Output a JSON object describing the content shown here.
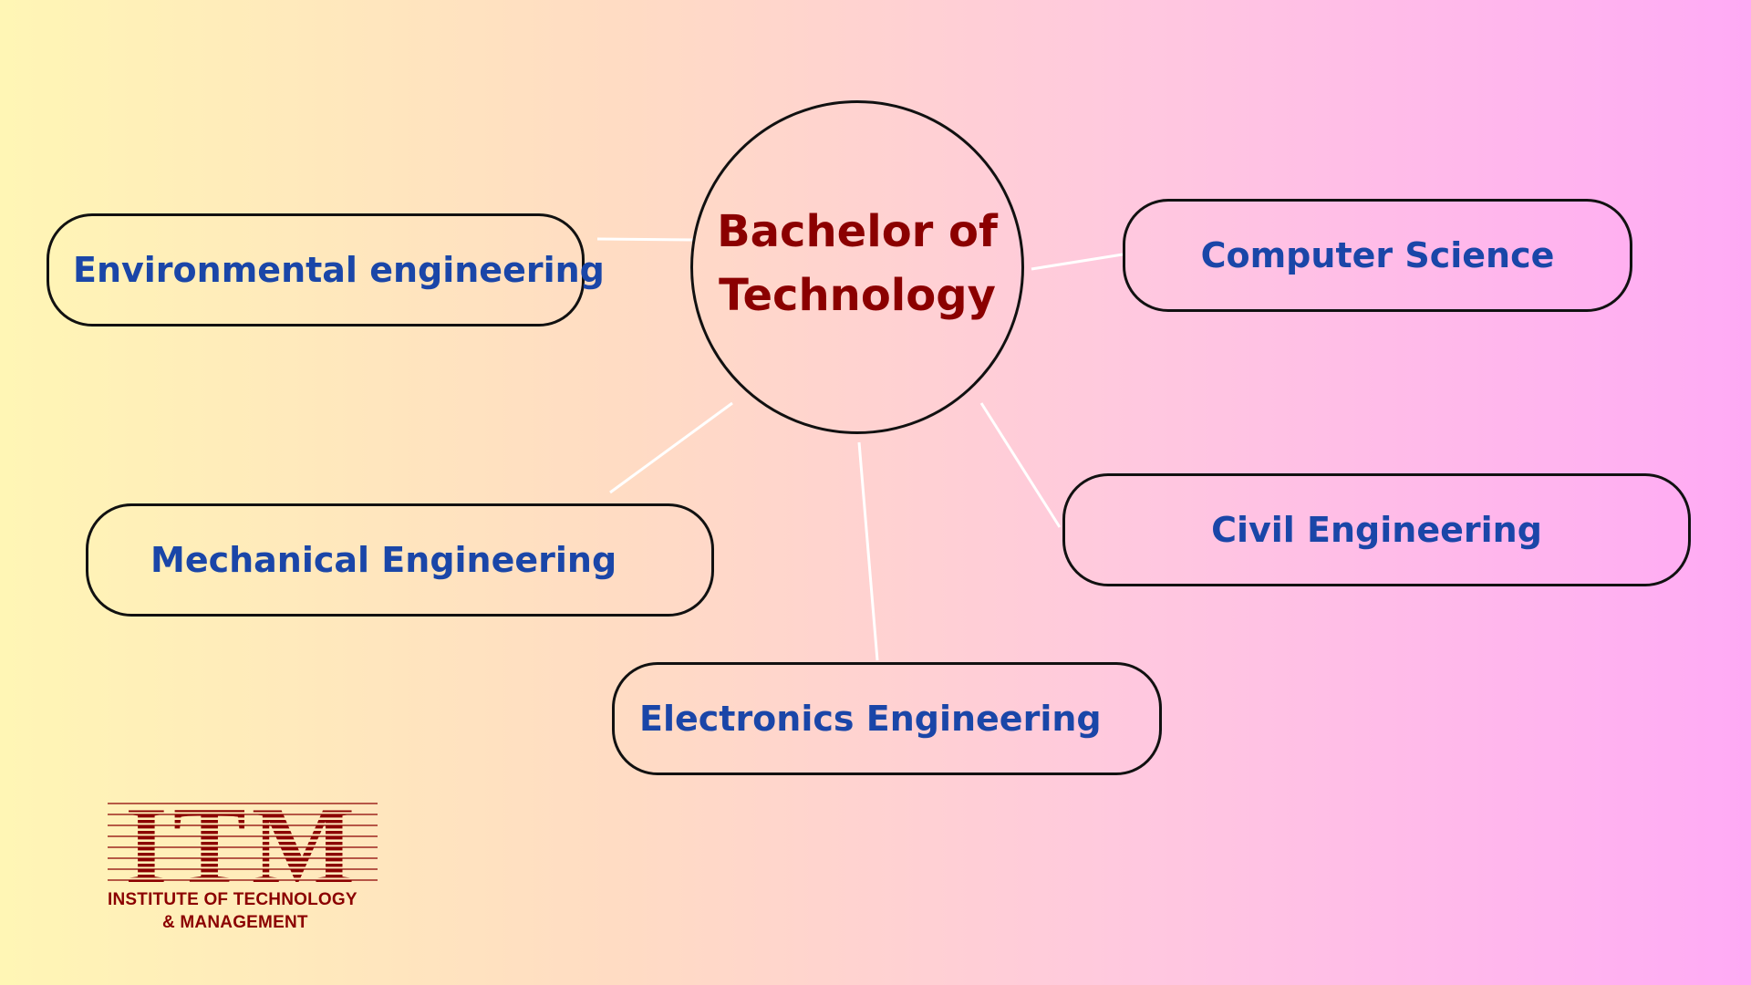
{
  "diagram": {
    "center": {
      "line1": "Bachelor of",
      "line2": "Technology"
    },
    "branches": [
      {
        "label": "Environmental engineering"
      },
      {
        "label": "Computer Science"
      },
      {
        "label": "Civil Engineering"
      },
      {
        "label": "Mechanical Engineering"
      },
      {
        "label": "Electronics Engineering"
      }
    ]
  },
  "logo": {
    "letters": "ITM",
    "line1": "INSTITUTE OF TECHNOLOGY",
    "line2": "& MANAGEMENT"
  },
  "colors": {
    "title": "#8b0000",
    "branch_text": "#1a46a8",
    "outline": "#111111",
    "connector": "#ffffff",
    "logo": "#8b0000",
    "background_left": "#fff6b5",
    "background_right": "#ffaaf5"
  }
}
